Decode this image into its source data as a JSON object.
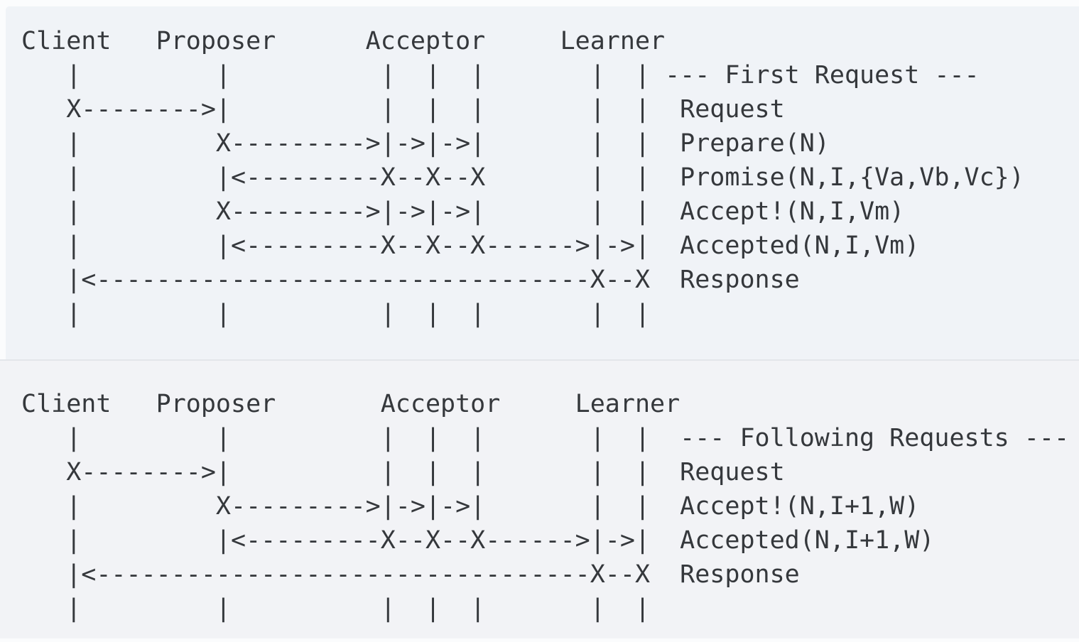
{
  "colors": {
    "page_background": "#fbfcfd",
    "first_request_block_background": "#f0f3f7",
    "following_requests_block_background": "#f2f3f6",
    "divider": "#e3e6ea",
    "text": "#35383c"
  },
  "first_request": {
    "actors": [
      "Client",
      "Proposer",
      "Acceptor",
      "Learner"
    ],
    "section_label": "--- First Request ---",
    "messages": [
      "Request",
      "Prepare(N)",
      "Promise(N,I,{Va,Vb,Vc})",
      "Accept!(N,I,Vm)",
      "Accepted(N,I,Vm)",
      "Response"
    ],
    "ascii": [
      "Client   Proposer      Acceptor     Learner",
      "   |         |          |  |  |       |  | --- First Request ---",
      "   X-------->|          |  |  |       |  |  Request",
      "   |         X--------->|->|->|       |  |  Prepare(N)",
      "   |         |<---------X--X--X       |  |  Promise(N,I,{Va,Vb,Vc})",
      "   |         X--------->|->|->|       |  |  Accept!(N,I,Vm)",
      "   |         |<---------X--X--X------>|->|  Accepted(N,I,Vm)",
      "   |<---------------------------------X--X  Response",
      "   |         |          |  |  |       |  |"
    ]
  },
  "following_requests": {
    "actors": [
      "Client",
      "Proposer",
      "Acceptor",
      "Learner"
    ],
    "section_label": "--- Following Requests ---",
    "messages": [
      "Request",
      "Accept!(N,I+1,W)",
      "Accepted(N,I+1,W)",
      "Response"
    ],
    "ascii": [
      "Client   Proposer       Acceptor     Learner",
      "   |         |          |  |  |       |  |  --- Following Requests ---",
      "   X-------->|          |  |  |       |  |  Request",
      "   |         X--------->|->|->|       |  |  Accept!(N,I+1,W)",
      "   |         |<---------X--X--X------>|->|  Accepted(N,I+1,W)",
      "   |<---------------------------------X--X  Response",
      "   |         |          |  |  |       |  |"
    ]
  }
}
